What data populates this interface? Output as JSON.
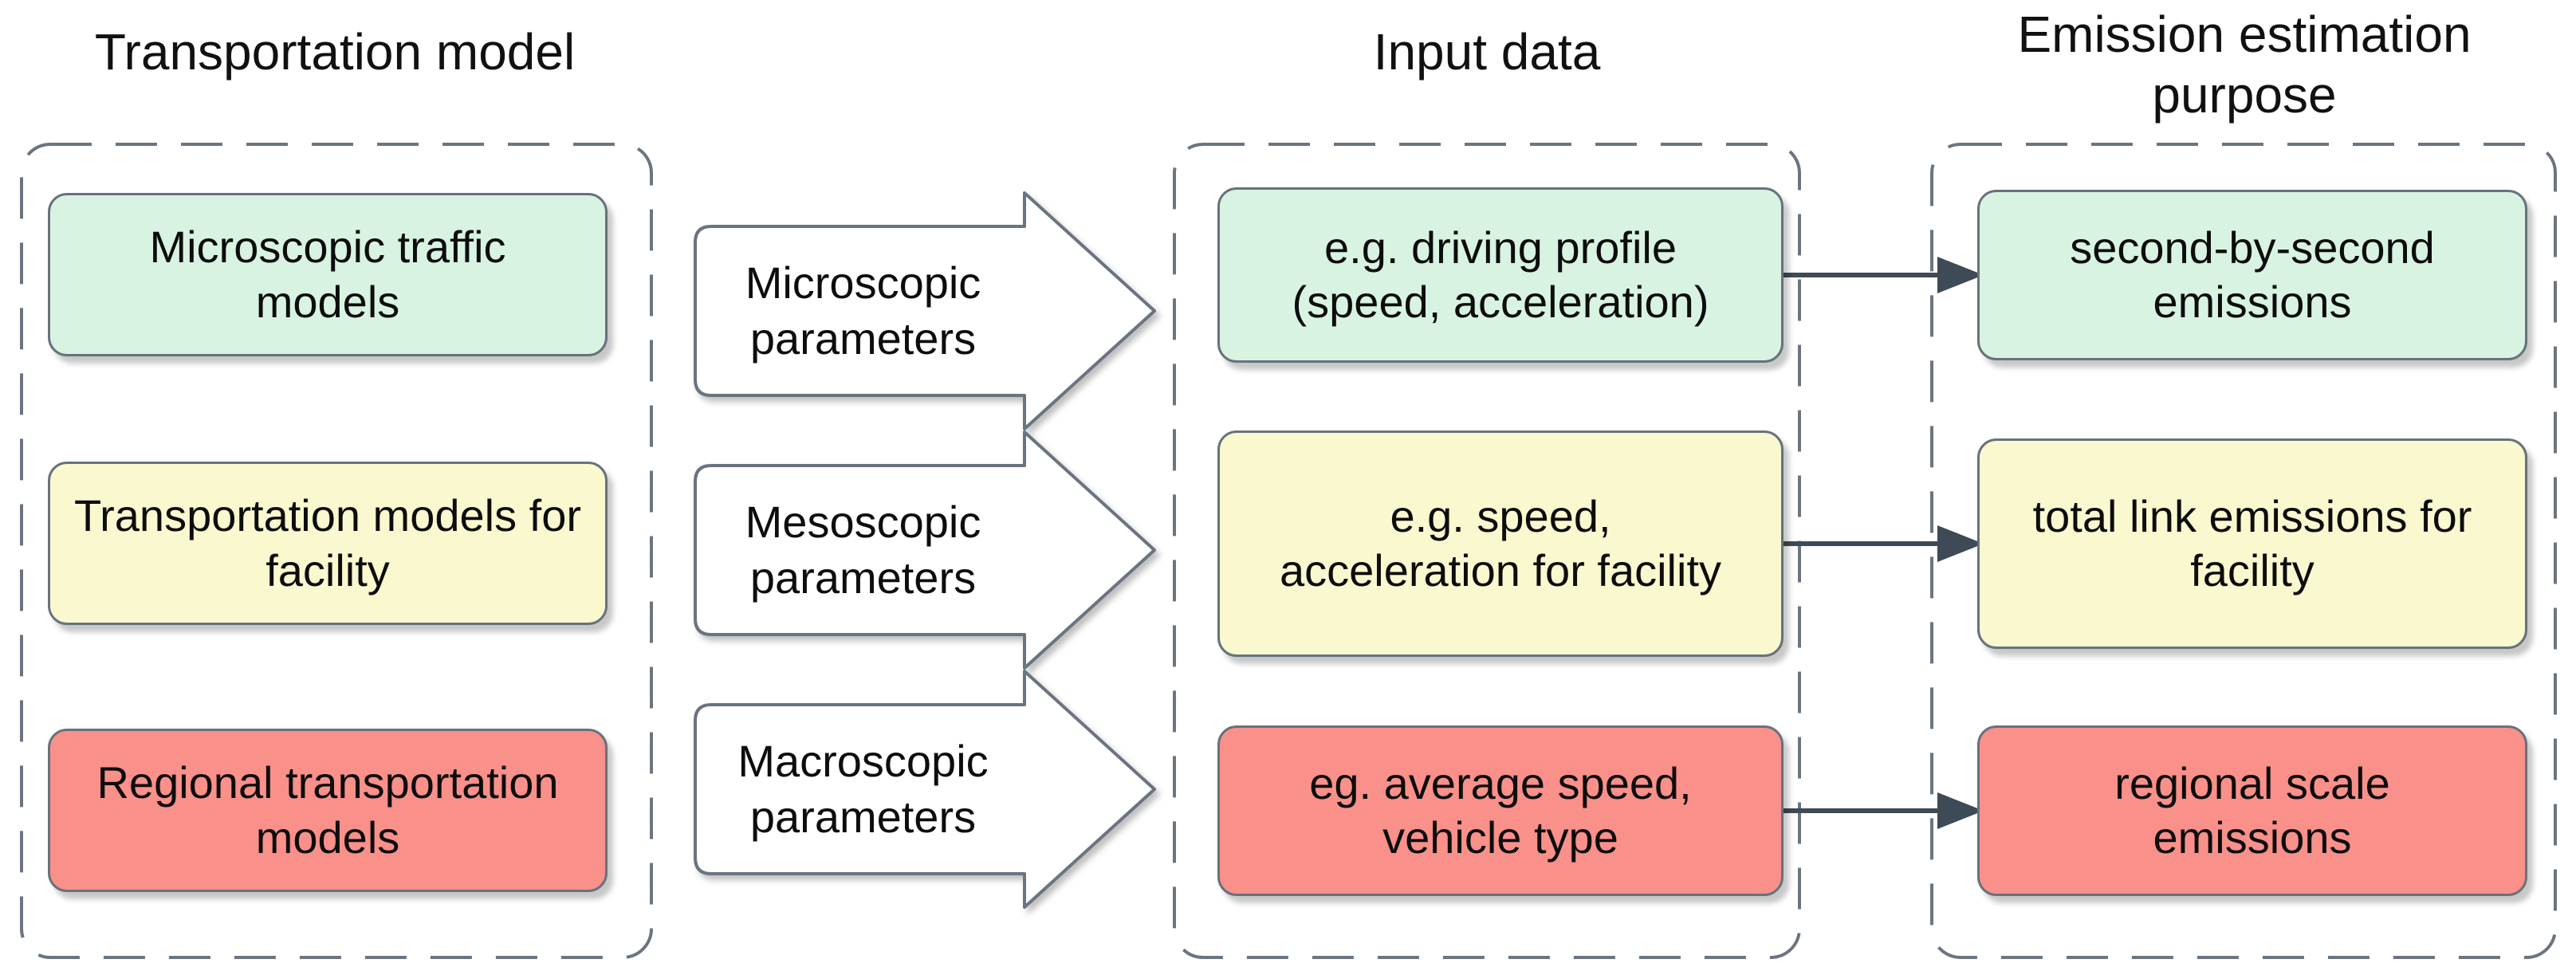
{
  "headers": {
    "col1": "Transportation model",
    "col2": "Input data",
    "col3": "Emission estimation purpose"
  },
  "rows": [
    {
      "color_key": "green",
      "model": "Microscopic traffic models",
      "parameters": "Microscopic parameters",
      "input": "e.g. driving profile (speed, acceleration)",
      "purpose": "second-by-second emissions"
    },
    {
      "color_key": "yellow",
      "model": "Transportation models for facility",
      "parameters": "Mesoscopic parameters",
      "input": "e.g. speed, acceleration for facility",
      "purpose": "total link emissions for facility"
    },
    {
      "color_key": "red",
      "model": "Regional transportation models",
      "parameters": "Macroscopic parameters",
      "input": "eg. average speed, vehicle type",
      "purpose": "regional scale emissions"
    }
  ],
  "colors": {
    "green": "#d9f3e3",
    "yellow": "#f9f8cf",
    "red": "#f9908a",
    "box_border": "#67727c",
    "dashed_frame": "#6b7580",
    "connector": "#3e4a55",
    "arrow_fill": "#ffffff"
  }
}
